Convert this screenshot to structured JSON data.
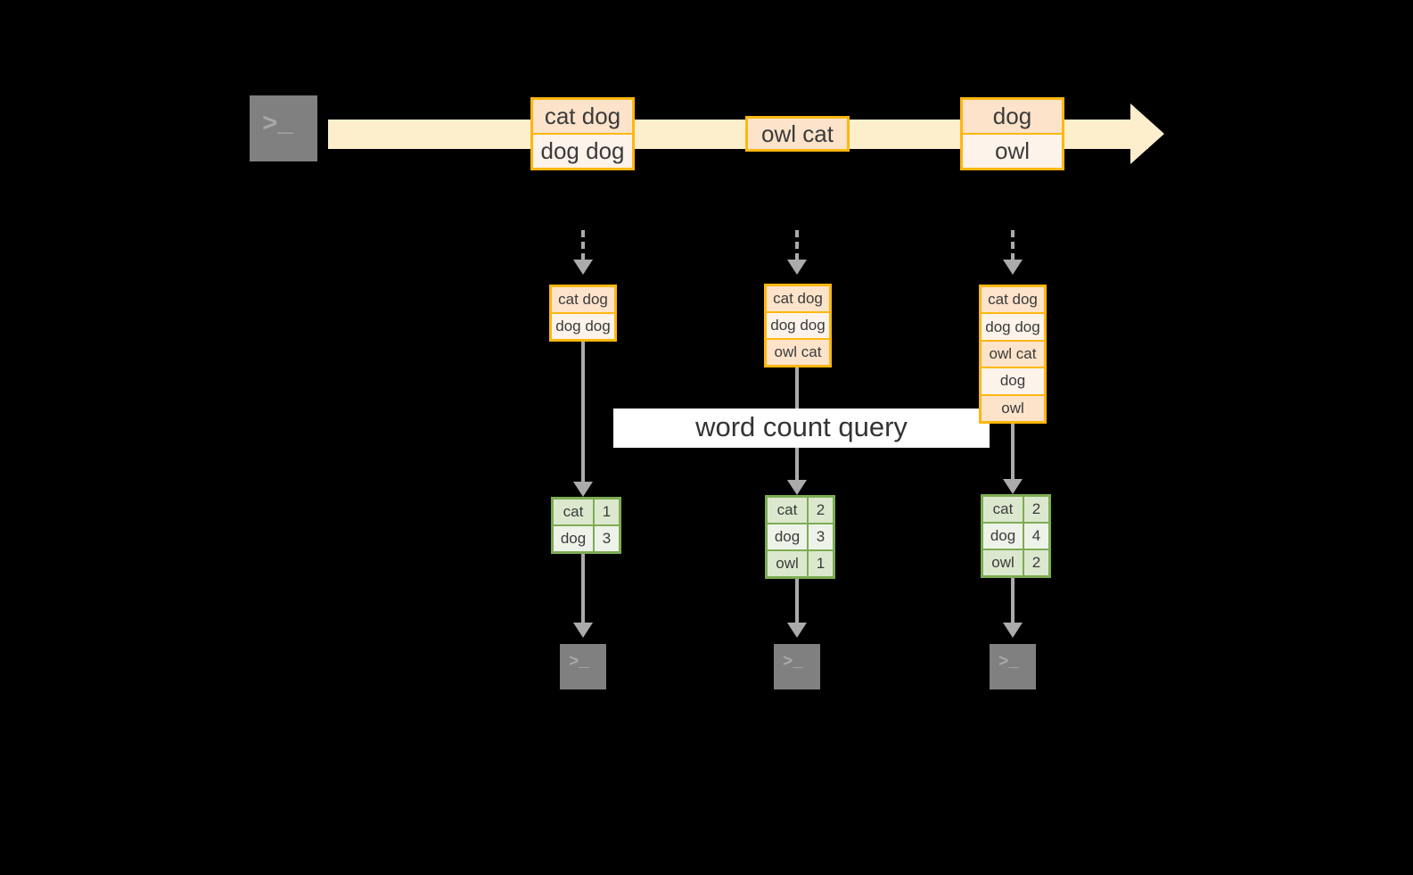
{
  "diagram": {
    "title": "word count query",
    "colors": {
      "background": "#000000",
      "stream": "#FDEFCC",
      "record_border": "#FFB70F",
      "record_fill": "#FCE3CA",
      "record_fill_alt": "#FDF3EA",
      "table_border": "#7DAD52",
      "table_fill": "#DCE8CE",
      "table_fill_alt": "#EEF3E9",
      "arrow": "#ABABAB",
      "terminal": "#808080",
      "label_band": "#FFFFFF"
    }
  },
  "source": {
    "terminal_icon": "terminal-icon",
    "terminal_glyph": ">_"
  },
  "stream": {
    "records": [
      {
        "lines": [
          "cat dog",
          "dog dog"
        ]
      },
      {
        "lines": [
          "owl cat"
        ]
      },
      {
        "lines": [
          "dog",
          "owl"
        ]
      }
    ]
  },
  "stages": [
    {
      "id": "stage-1",
      "input_arrow": "dashed-arrow-down",
      "stream_table": {
        "rows": [
          "cat dog",
          "dog dog"
        ]
      },
      "result_table": {
        "rows": [
          {
            "word": "cat",
            "count": "1"
          },
          {
            "word": "dog",
            "count": "3"
          }
        ]
      },
      "sink_icon": "terminal-icon",
      "sink_glyph": ">_"
    },
    {
      "id": "stage-2",
      "input_arrow": "dashed-arrow-down",
      "stream_table": {
        "rows": [
          "cat dog",
          "dog dog",
          "owl cat"
        ]
      },
      "result_table": {
        "rows": [
          {
            "word": "cat",
            "count": "2"
          },
          {
            "word": "dog",
            "count": "3"
          },
          {
            "word": "owl",
            "count": "1"
          }
        ]
      },
      "sink_icon": "terminal-icon",
      "sink_glyph": ">_"
    },
    {
      "id": "stage-3",
      "input_arrow": "dashed-arrow-down",
      "stream_table": {
        "rows": [
          "cat dog",
          "dog dog",
          "owl cat",
          "dog",
          "owl"
        ]
      },
      "result_table": {
        "rows": [
          {
            "word": "cat",
            "count": "2"
          },
          {
            "word": "dog",
            "count": "4"
          },
          {
            "word": "owl",
            "count": "2"
          }
        ]
      },
      "sink_icon": "terminal-icon",
      "sink_glyph": ">_"
    }
  ]
}
